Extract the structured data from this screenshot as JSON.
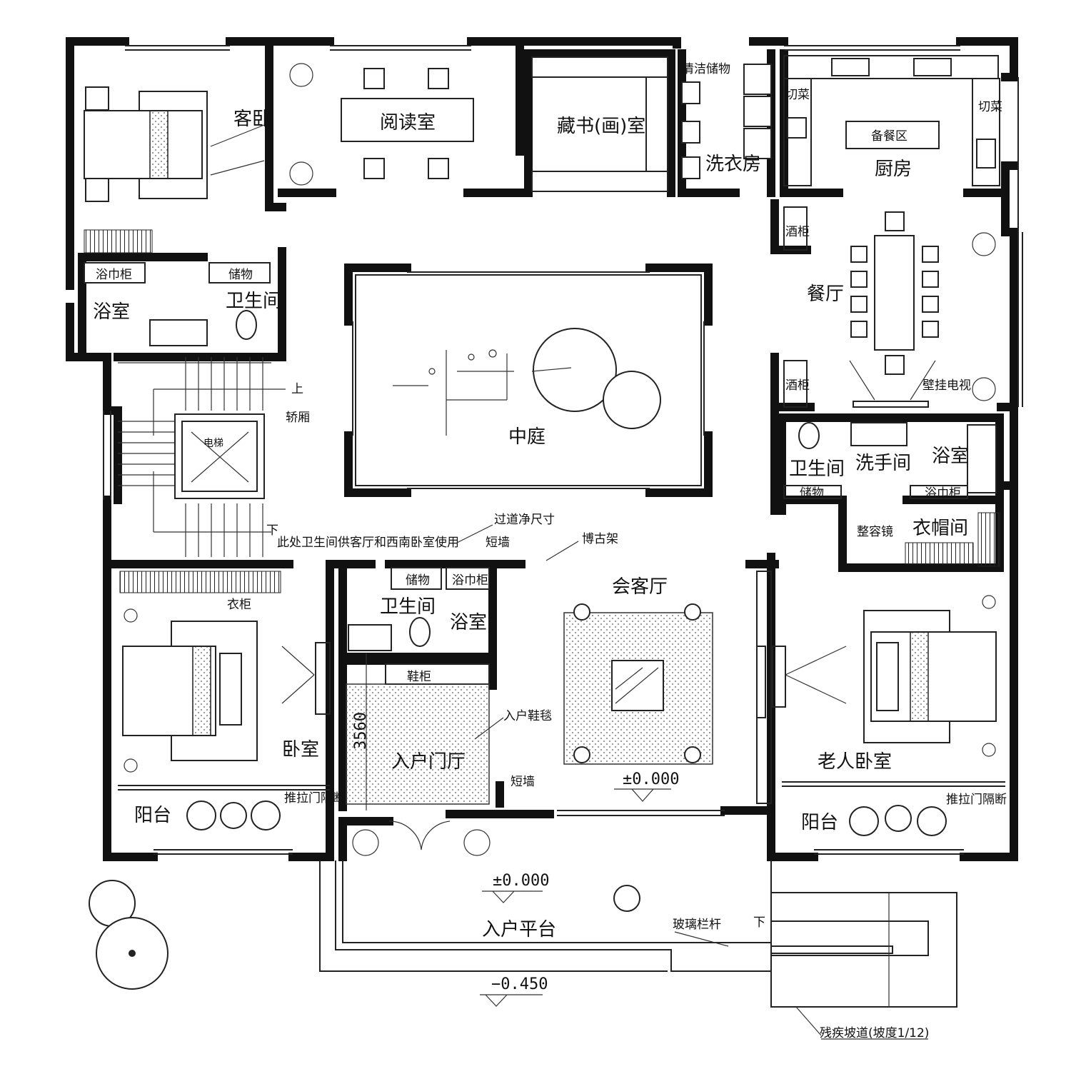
{
  "rooms": {
    "guest_bedroom": "客卧",
    "reading_room": "阅读室",
    "collection_room": "藏书(画)室",
    "cleaning_storage": "清洁储物",
    "laundry": "洗衣房",
    "kitchen": "厨房",
    "prep_area": "备餐区",
    "cutting_left": "切菜",
    "cutting_right": "切菜",
    "wine_cabinet_1": "酒柜",
    "wine_cabinet_2": "酒柜",
    "dining": "餐厅",
    "wall_tv": "壁挂电视",
    "nw_towel": "浴巾柜",
    "nw_storage": "储物",
    "nw_bath": "浴室",
    "nw_toilet": "卫生间",
    "courtyard": "中庭",
    "elevator_car": "轿厢",
    "elevator": "电梯",
    "stair_up": "上",
    "stair_down": "下",
    "e_toilet": "卫生间",
    "e_washroom": "洗手间",
    "e_bath": "浴室",
    "e_storage": "储物",
    "e_towel": "浴巾柜",
    "dressing_mirror": "整容镜",
    "cloakroom": "衣帽间",
    "note_shared_wc": "此处卫生间供客厅和西南卧室使用",
    "passage_size": "过道净尺寸",
    "short_wall_top": "短墙",
    "antique_shelf": "博古架",
    "living_room": "会客厅",
    "sw_wardrobe": "衣柜",
    "sw_bedroom": "卧室",
    "sw_balcony": "阳台",
    "sw_sliding": "推拉门隔断",
    "mid_storage": "储物",
    "mid_towel": "浴巾柜",
    "mid_toilet": "卫生间",
    "mid_bath": "浴室",
    "shoe_cabinet": "鞋柜",
    "entry_rug": "入户鞋毯",
    "foyer": "入户门厅",
    "foyer_dim": "3560",
    "short_wall_bottom": "短墙",
    "elderly_bedroom": "老人卧室",
    "se_balcony": "阳台",
    "se_sliding": "推拉门隔断",
    "entry_platform": "入户平台",
    "glass_railing": "玻璃栏杆",
    "ramp_down": "下",
    "ramp": "残疾坡道(坡度1/12)"
  },
  "levels": {
    "living": "±0.000",
    "platform": "±0.000",
    "ground": "−0.450"
  }
}
